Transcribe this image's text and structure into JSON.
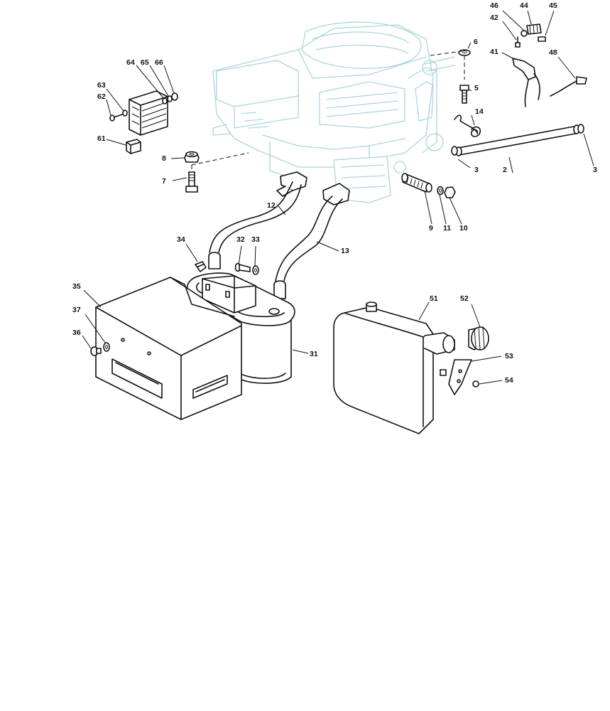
{
  "callouts": {
    "c2": "2",
    "c3a": "3",
    "c3b": "3",
    "c5": "5",
    "c6": "6",
    "c7": "7",
    "c8": "8",
    "c9": "9",
    "c10": "10",
    "c11": "11",
    "c12": "12",
    "c13": "13",
    "c14": "14",
    "c31": "31",
    "c32": "32",
    "c33": "33",
    "c34": "34",
    "c35": "35",
    "c36": "36",
    "c37": "37",
    "c41": "41",
    "c42": "42",
    "c44": "44",
    "c45": "45",
    "c46": "46",
    "c48": "48",
    "c51": "51",
    "c52": "52",
    "c53": "53",
    "c54": "54",
    "c61": "61",
    "c62": "62",
    "c63": "63",
    "c64": "64",
    "c65": "65",
    "c66": "66"
  },
  "colors": {
    "engine_outline": "#a9d6da",
    "part_outline": "#111111",
    "background": "#ffffff"
  }
}
